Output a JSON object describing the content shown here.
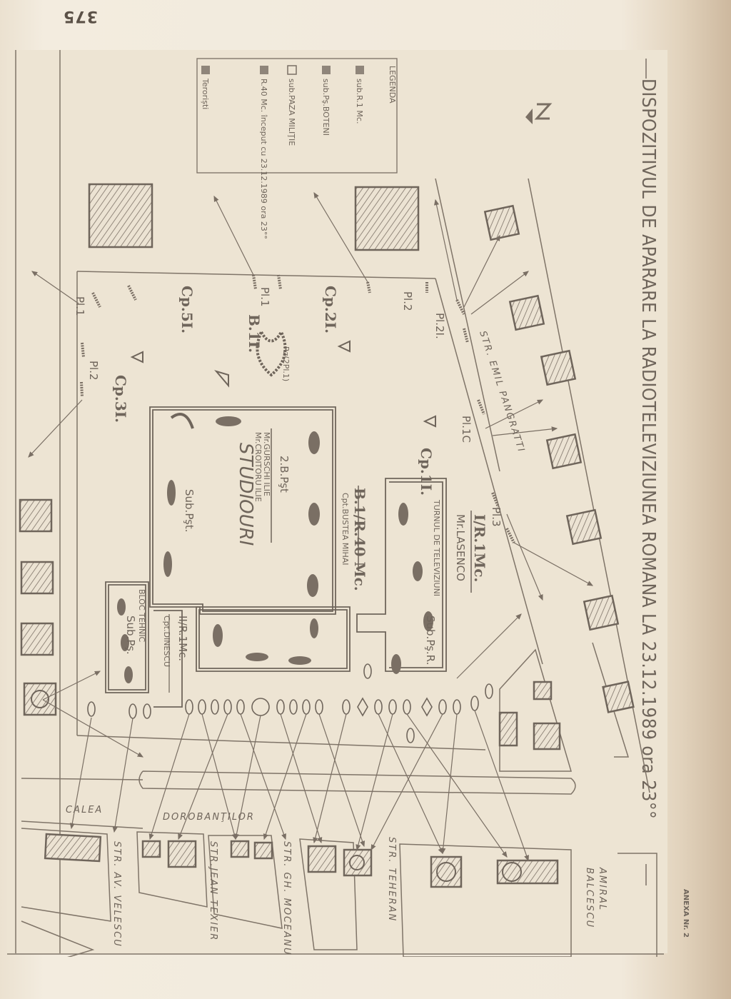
{
  "page": {
    "page_number": "375",
    "annex_label": "ANEXA Nr. 2",
    "paper_color": "#efe6d6",
    "ink_color": "#6f655b"
  },
  "map": {
    "title": "DISPOZITIVUL DE APARARE LA RADIOTELEVIZIUNEA ROMANA LA 23.12.1989 ora 23°°",
    "north_marker": "N",
    "legend": {
      "heading": "LEGENDA",
      "items": [
        {
          "symbol": "filled-square",
          "label": "sub.R.1 Mc."
        },
        {
          "symbol": "filled-square",
          "label": "sub.Pş.BOTENI"
        },
        {
          "symbol": "empty-square",
          "label": "sub.PAZA MILIŢIE"
        },
        {
          "symbol": "filled-square",
          "label": "R.40 Mc. început cu 23.12.1989 ora 23°°"
        },
        {
          "symbol": "filled-square",
          "label": "Teroriști"
        }
      ]
    },
    "buildings": {
      "studios": {
        "name": "STUDIOURI",
        "unit": "2.B.Pşt",
        "commanders": [
          "Mr.GURSCHI ILIE",
          "Mr.CROITORU ILIE"
        ],
        "sub_label": "Sub.Pşt."
      },
      "tower": {
        "name": "TURNUL DE TELEVIZIUNI",
        "sub_label": "Sub.Pş.R."
      },
      "tech_block": {
        "name": "BLOC TEHNIC",
        "sub_label": "Sub.Pş."
      }
    },
    "unit_labels": {
      "b1i": "B.1I.",
      "b1_r40": "B.1/R.40 Mc.",
      "b1_r40_cmd": "Cpt.BUSTEA MIHAI",
      "i_r1": "I/R.1Mc.",
      "i_r1_cmd": "Mr.LASENCO",
      "ii_r1": "II/R.1Mc.",
      "ii_r1_cmd": "Cpt.DINESCU",
      "reserve": "Rz(2Pl.1)",
      "cp1": "Cp.1I.",
      "cp2": "Cp.2I.",
      "cp3": "Cp.3I.",
      "cp5": "Cp.5I.",
      "pl1_a": "Pl.1",
      "pl1_b": "Pl.1",
      "pl2_a": "Pl.2",
      "pl2_b": "Pl.2",
      "pl2i": "Pl.2I.",
      "pl1c": "Pl.1C",
      "pl3": "Pl.3"
    },
    "streets": {
      "calea": "CALEA",
      "dorobantilor": "DOROBANŢILOR",
      "emil_pangratti": "STR. EMIL PANGRATTI",
      "av_velescu": "STR. AV. VELESCU",
      "jean_texier": "STR.JEAN TEXIER",
      "gh_moceanu": "STR. GH. MOCEANU",
      "teheran": "STR. TEHERAN",
      "amiral": "AMIRAL",
      "balcescu": "BALCESCU"
    }
  }
}
